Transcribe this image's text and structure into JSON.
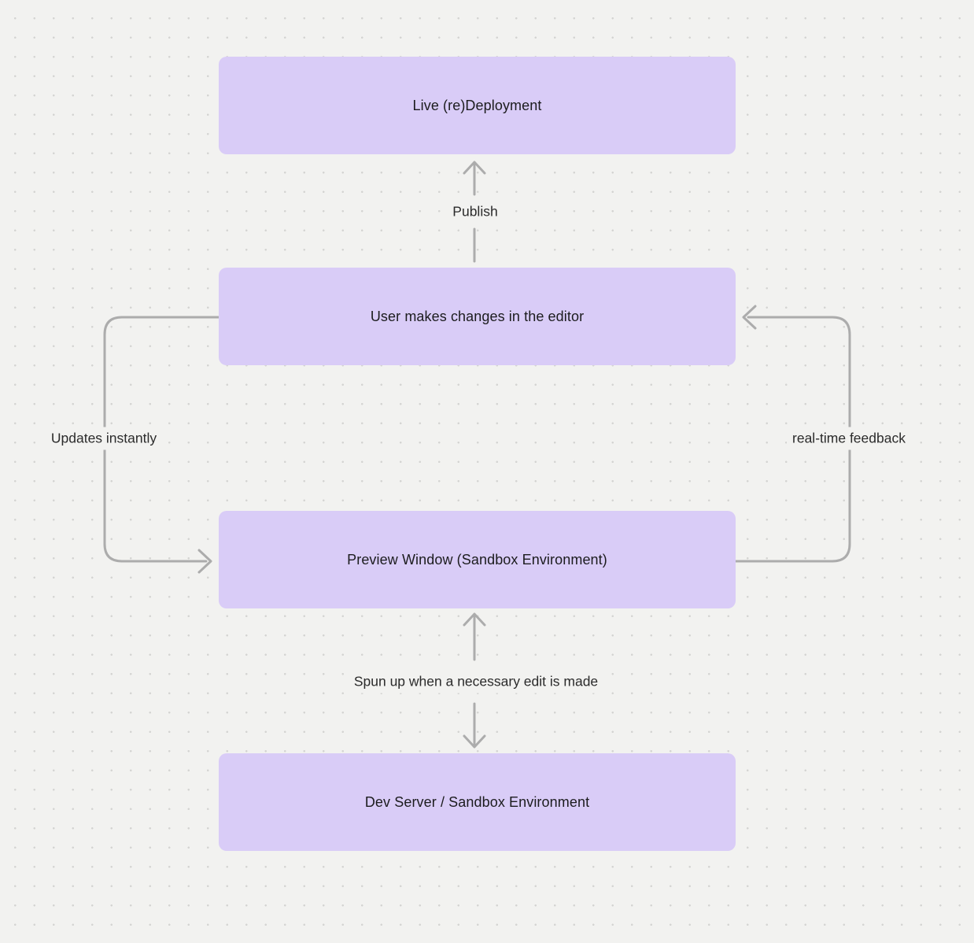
{
  "canvas": {
    "background": "#f2f2f0",
    "dot_color": "#d4d4d2"
  },
  "diagram": {
    "nodes": [
      {
        "id": "live-deployment",
        "label": "Live (re)Deployment"
      },
      {
        "id": "editor-changes",
        "label": "User makes changes in the editor"
      },
      {
        "id": "preview-window",
        "label": "Preview Window (Sandbox Environment)"
      },
      {
        "id": "dev-server",
        "label": "Dev Server / Sandbox Environment"
      }
    ],
    "edges": [
      {
        "id": "publish",
        "label": "Publish",
        "from": "editor-changes",
        "to": "live-deployment"
      },
      {
        "id": "updates-instantly",
        "label": "Updates instantly",
        "from": "editor-changes",
        "to": "preview-window"
      },
      {
        "id": "real-time-feedback",
        "label": "real-time feedback",
        "from": "preview-window",
        "to": "editor-changes"
      },
      {
        "id": "spun-up",
        "label": "Spun up when a necessary edit is made",
        "from": "dev-server",
        "to": "preview-window"
      }
    ],
    "colors": {
      "node_fill": "#d9ccf7",
      "node_text": "#1c1c1e",
      "arrow": "#acacac",
      "label_text": "#2b2b2b"
    }
  }
}
